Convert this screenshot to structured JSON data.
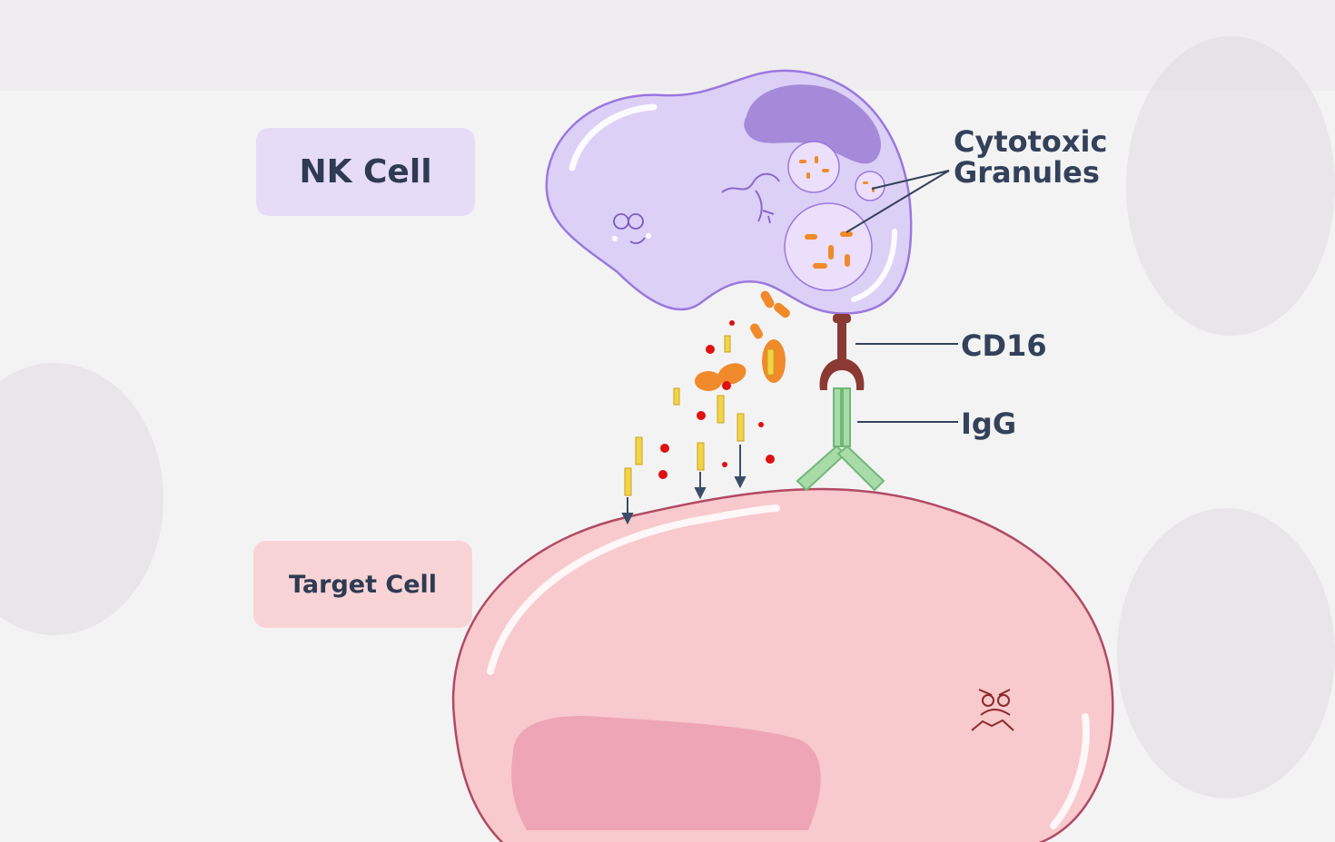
{
  "labels": {
    "nk_cell": "NK Cell",
    "target_cell": "Target Cell",
    "cytotoxic_line1": "Cytotoxic",
    "cytotoxic_line2": "Granules",
    "cd16": "CD16",
    "igg": "IgG"
  },
  "colors": {
    "nk_cell_fill": "#ddd0f7",
    "nk_cell_outline": "#9a78dd",
    "nk_nucleus": "#a58ad9",
    "target_cell_fill": "#f8c9cd",
    "target_cell_outline": "#b04a63",
    "target_nucleus": "#ec9fb2",
    "cd16_receptor": "#8a3a33",
    "igg_antibody": "#86c98a",
    "granule_orange": "#f08a2a",
    "perforin_yellow": "#f2d44a",
    "granzyme_red": "#e01010",
    "arrow_blue": "#3a4e66"
  },
  "icons": {
    "nk_face": "smiling-face-icon",
    "target_face": "angry-face-icon"
  }
}
